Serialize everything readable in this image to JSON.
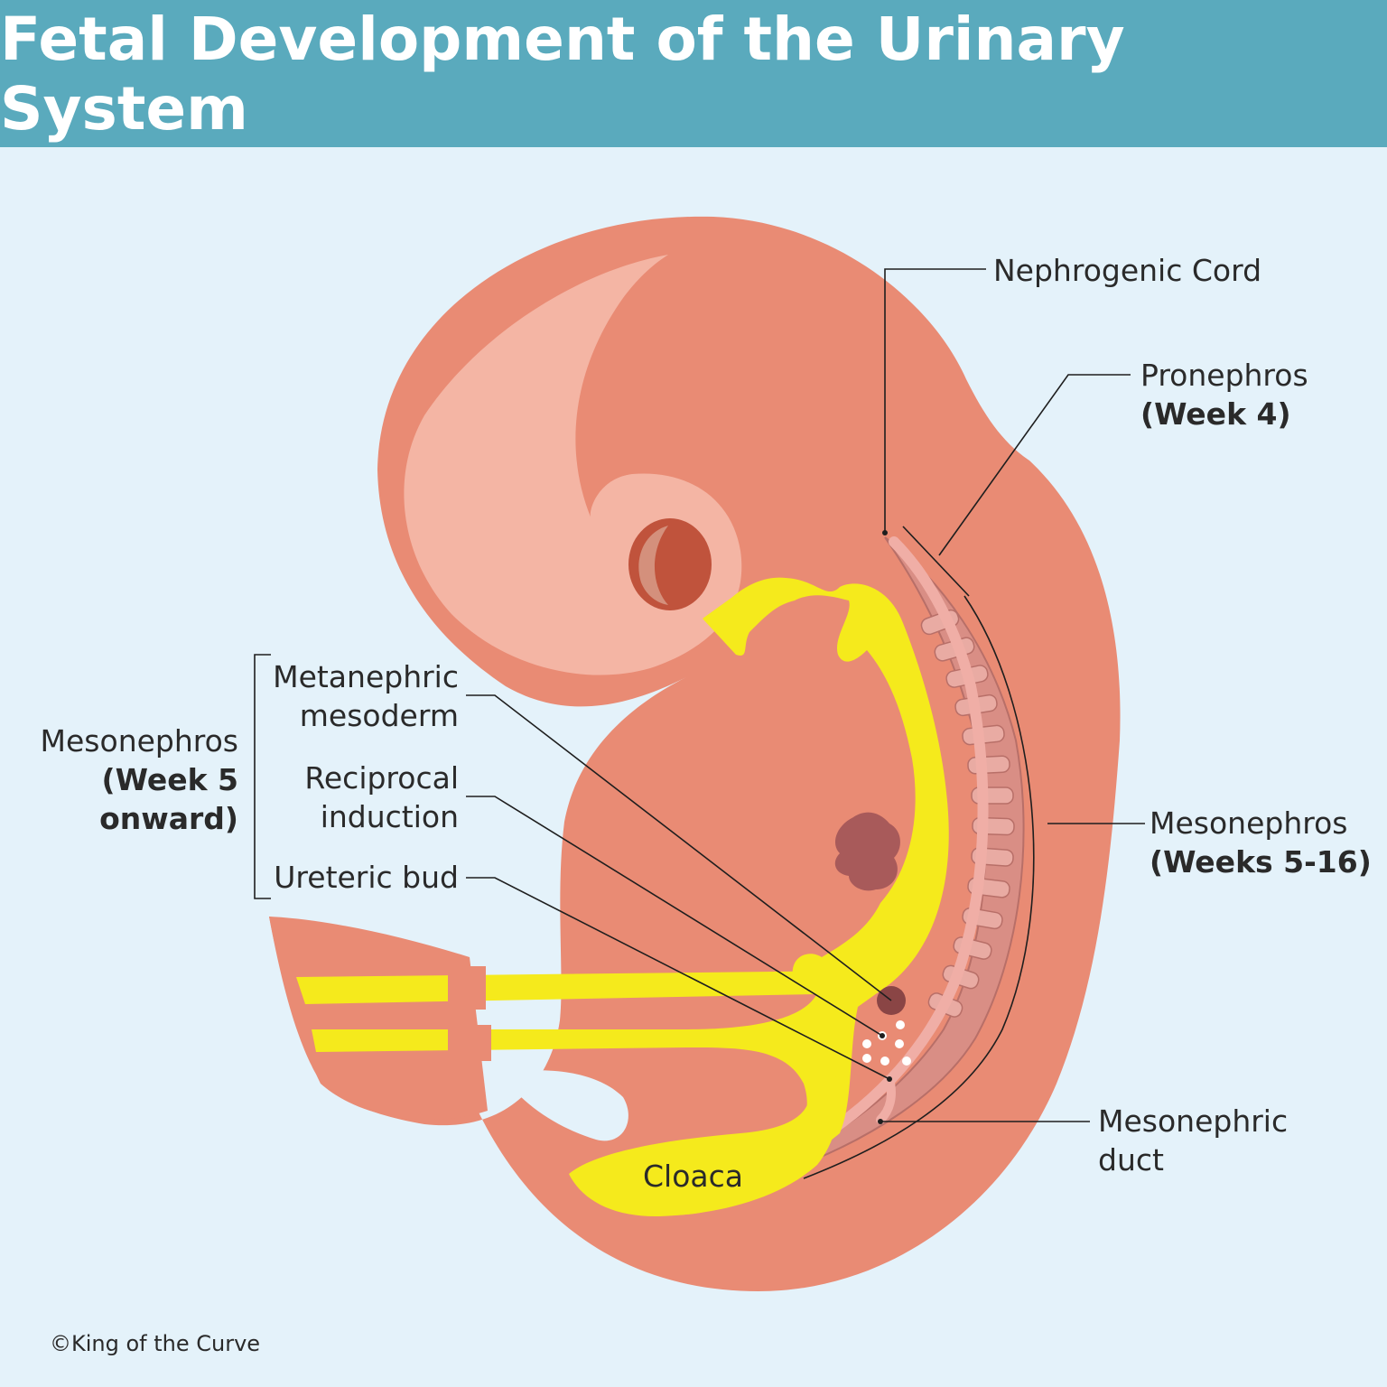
{
  "title": "Fetal Development of the Urinary System",
  "labels": {
    "nephrogenic_cord": "Nephrogenic Cord",
    "pronephros": "Pronephros",
    "pronephros_time": "(Week 4)",
    "mesonephros_right": "Mesonephros",
    "mesonephros_right_time": "(Weeks 5-16)",
    "mesonephric_duct_1": "Mesonephric",
    "mesonephric_duct_2": "duct",
    "metanephric_1": "Metanephric",
    "metanephric_2": "mesoderm",
    "reciprocal_1": "Reciprocal",
    "reciprocal_2": "induction",
    "ureteric_bud": "Ureteric bud",
    "mesonephros_left": "Mesonephros",
    "mesonephros_left_time_1": "(Week 5",
    "mesonephros_left_time_2": "onward)",
    "cloaca": "Cloaca"
  },
  "copyright": "©King of the Curve",
  "colors": {
    "header": "#5aaabd",
    "background": "#e4f2fa",
    "embryo": "#e98b74",
    "embryo_light": "#f4b5a4",
    "yellow": "#f5ea1c",
    "spine": "#d98e85"
  }
}
